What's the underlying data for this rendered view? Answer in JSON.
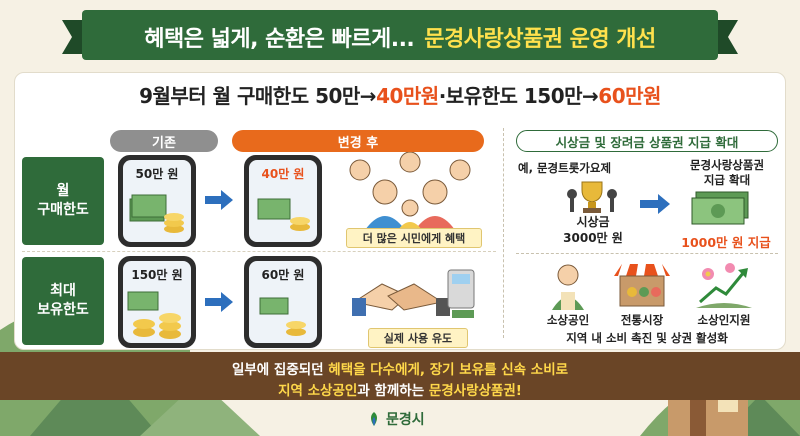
{
  "header": {
    "title_a": "혜택은 넓게, 순환은 빠르게...",
    "title_b": "문경사랑상품권 운영 개선"
  },
  "subtitle": {
    "part1": "9월부터 월 구매한도 50만→",
    "part2": "40만원",
    "part3": "·보유한도 150만→",
    "part4": "60만원"
  },
  "compare": {
    "before_label": "기존",
    "after_label": "변경 후",
    "rows": [
      {
        "label": "월\n구매한도",
        "before": "50만 원",
        "after": "40만 원",
        "caption": "더 많은 시민에게 혜택"
      },
      {
        "label": "최대\n보유한도",
        "before": "150만 원",
        "after": "60만 원",
        "caption": "실제 사용 유도"
      }
    ]
  },
  "right": {
    "title": "시상금 및 장려금 상품권 지급 확대",
    "example_label": "예,",
    "example_event": "문경트롯가요제",
    "prize_label": "시상금",
    "prize_amount": "3000만 원",
    "expand_title": "문경사랑상품권\n지급 확대",
    "expand_amount": "1000만 원 지급",
    "icons": [
      {
        "label": "소상공인"
      },
      {
        "label": "전통시장"
      },
      {
        "label": "소상인지원"
      }
    ],
    "icons_caption": "지역 내 소비 촉진 및 상권 활성화"
  },
  "bottom": {
    "line1_a": "일부에 집중되던 ",
    "line1_b": "혜택을 다수에게, 장기 보유를 신속 소비로",
    "line2_a": "지역 소상공인",
    "line2_b": "과 함께하는 ",
    "line2_c": "문경사랑상품권!"
  },
  "logo": {
    "text": "문경시"
  },
  "colors": {
    "green": "#2f6b3a",
    "orange": "#e86a1c",
    "brown": "#6a4526",
    "yellow": "#ffd84a"
  }
}
